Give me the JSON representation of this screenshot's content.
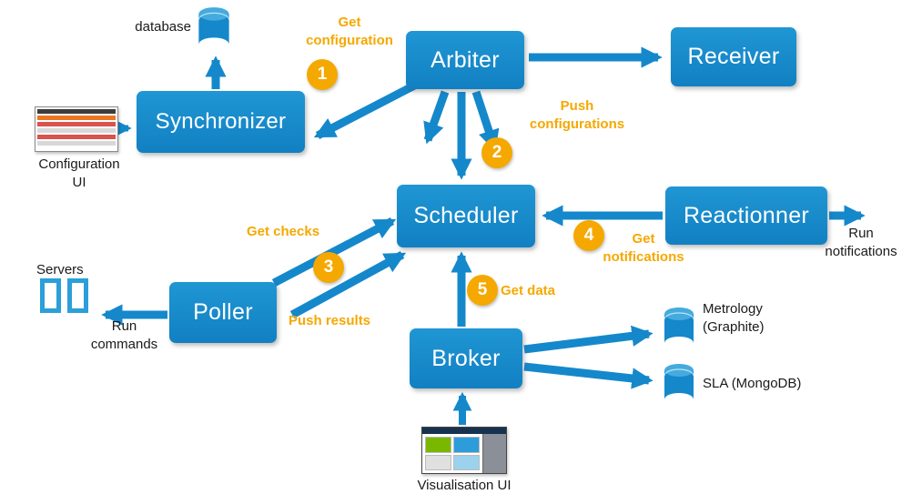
{
  "colors": {
    "node": "#1588CB",
    "accent": "#F5A800"
  },
  "nodes": {
    "synchronizer": "Synchronizer",
    "arbiter": "Arbiter",
    "receiver": "Receiver",
    "scheduler": "Scheduler",
    "reactionner": "Reactionner",
    "poller": "Poller",
    "broker": "Broker"
  },
  "steps": {
    "s1": "1",
    "s2": "2",
    "s3": "3",
    "s4": "4",
    "s5": "5"
  },
  "flows": {
    "get_configuration": "Get configuration",
    "push_configurations": "Push configurations",
    "get_checks": "Get checks",
    "push_results": "Push results",
    "get_notifications": "Get notifications",
    "get_data": "Get data"
  },
  "labels": {
    "database": "database",
    "configuration_ui": "Configuration UI",
    "servers": "Servers",
    "run_commands": "Run commands",
    "run_notifications": "Run notifications",
    "metrology": "Metrology (Graphite)",
    "sla": "SLA (MongoDB)",
    "visualisation_ui": "Visualisation UI"
  }
}
